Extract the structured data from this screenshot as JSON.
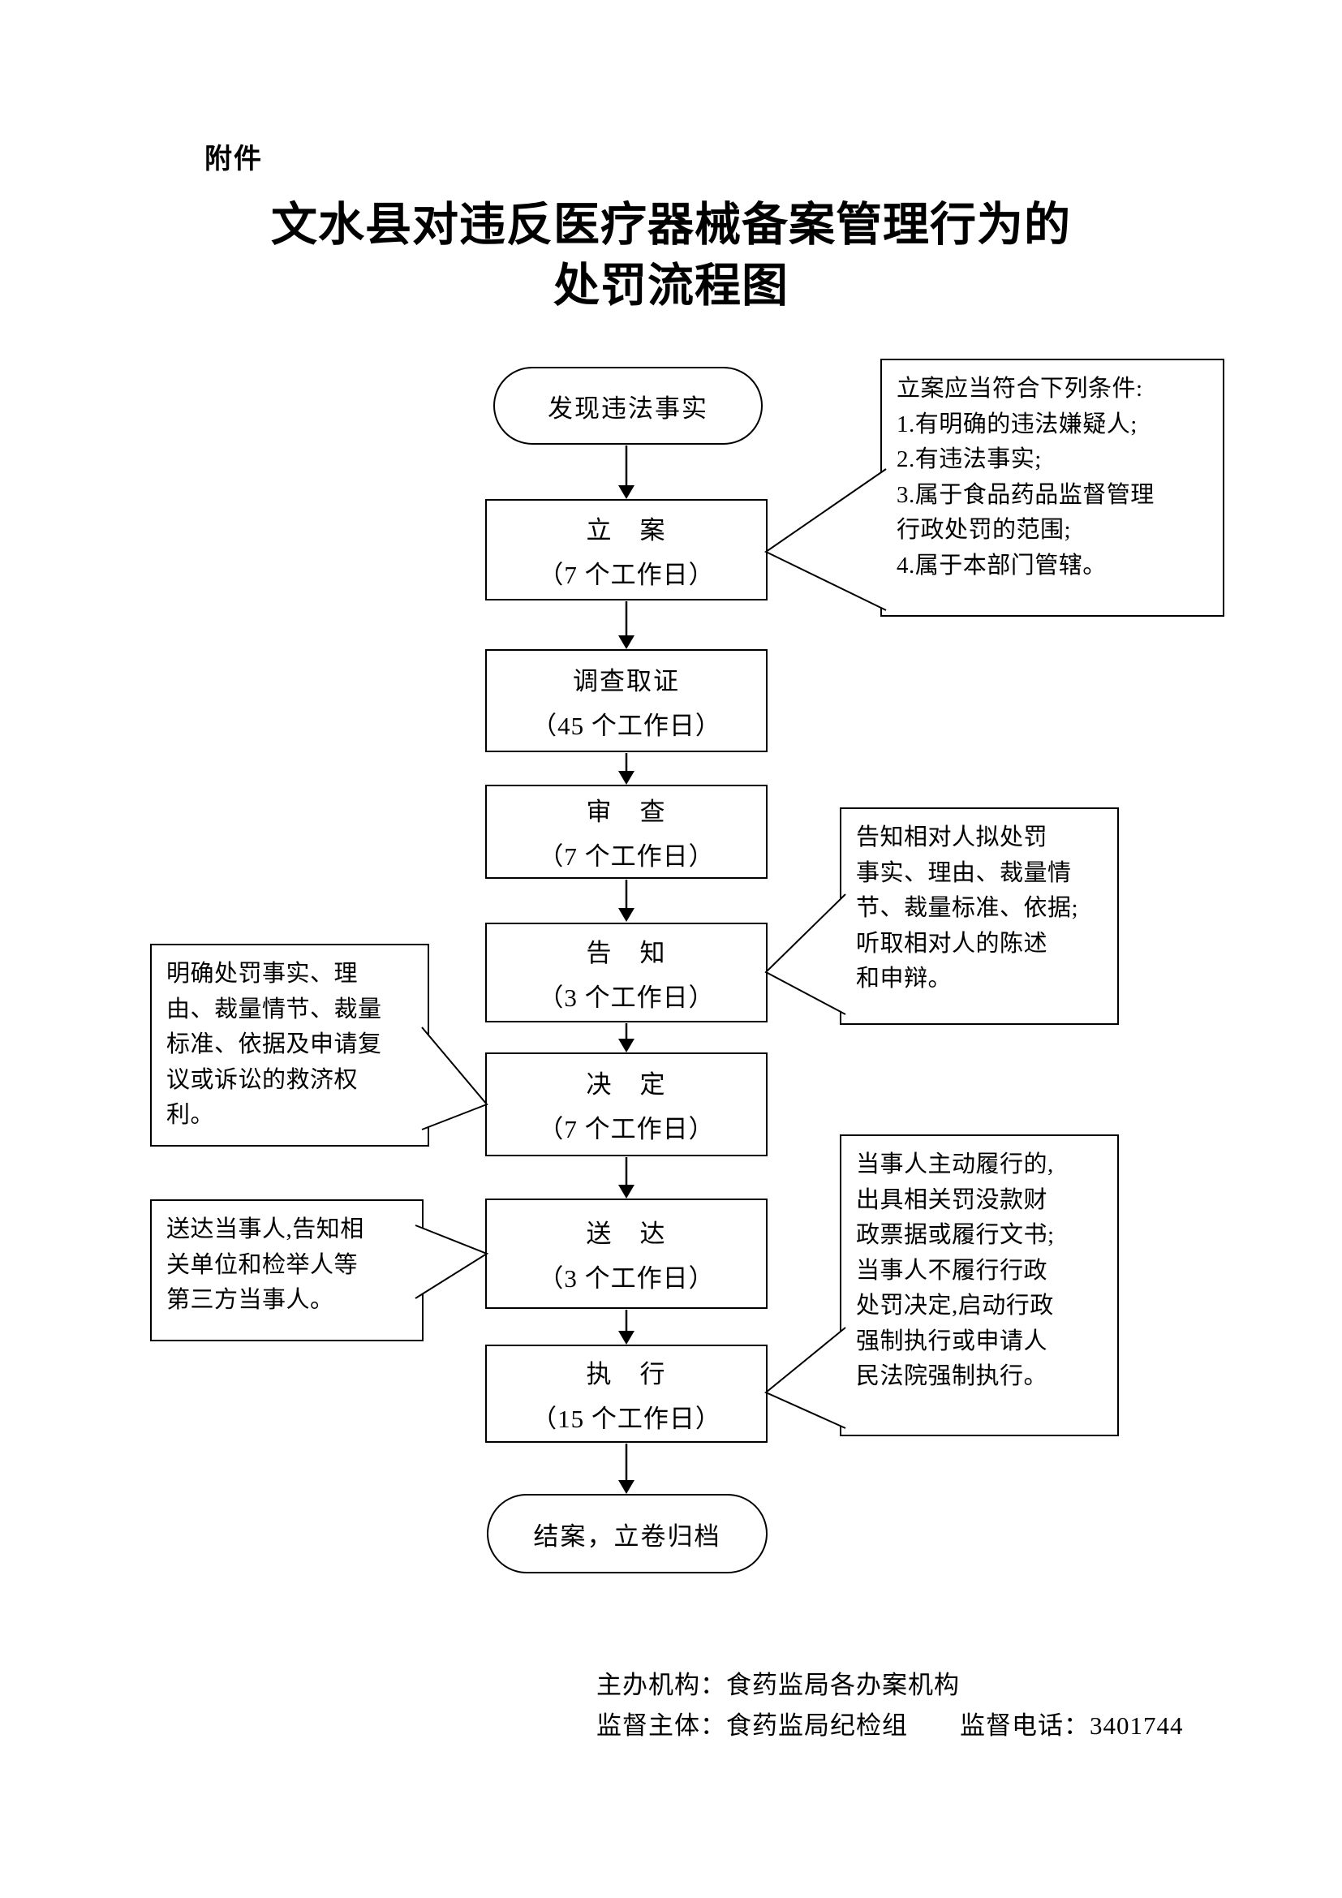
{
  "header": {
    "attachment": "附件",
    "title_line1": "文水县对违反医疗器械备案管理行为的",
    "title_line2": "处罚流程图"
  },
  "flow": {
    "start_label": "发现违法事实",
    "steps": [
      {
        "name": "立　案",
        "duration": "（7 个工作日）"
      },
      {
        "name": "调查取证",
        "duration": "（45 个工作日）"
      },
      {
        "name": "审　查",
        "duration": "（7 个工作日）"
      },
      {
        "name": "告　知",
        "duration": "（3 个工作日）"
      },
      {
        "name": "决　定",
        "duration": "（7 个工作日）"
      },
      {
        "name": "送　达",
        "duration": "（3 个工作日）"
      },
      {
        "name": "执　行",
        "duration": "（15 个工作日）"
      }
    ],
    "end_label": "结案，立卷归档"
  },
  "callouts": {
    "filing_conditions": "立案应当符合下列条件:\n1.有明确的违法嫌疑人;\n2.有违法事实;\n3.属于食品药品监督管理\n行政处罚的范围;\n4.属于本部门管辖。",
    "notification": "告知相对人拟处罚\n事实、理由、裁量情\n节、裁量标准、依据;\n听取相对人的陈述\n和申辩。",
    "decision": "明确处罚事实、理\n由、裁量情节、裁量\n标准、依据及申请复\n议或诉讼的救济权\n利。",
    "delivery": "送达当事人,告知相\n关单位和检举人等\n第三方当事人。",
    "execution": "当事人主动履行的,\n出具相关罚没款财\n政票据或履行文书;\n当事人不履行行政\n处罚决定,启动行政\n强制执行或申请人\n民法院强制执行。"
  },
  "footer": {
    "organizer": "主办机构：食药监局各办案机构",
    "supervisor": "监督主体：食药监局纪检组　　监督电话：3401744"
  }
}
